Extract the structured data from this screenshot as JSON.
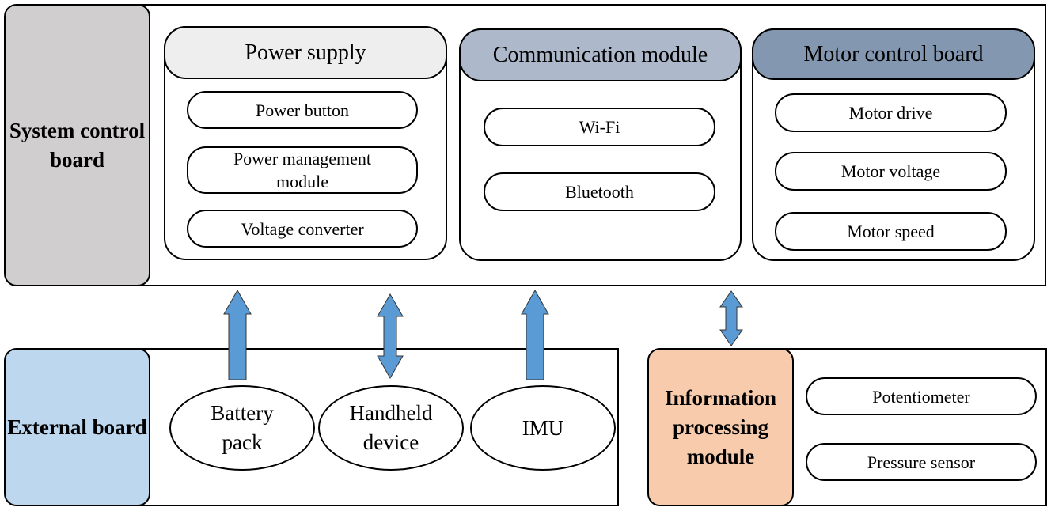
{
  "system_board": {
    "label": "System control board",
    "color": "#d0cece",
    "panels": [
      {
        "title": "Power supply",
        "head_color": "#eeeeee",
        "items": [
          "Power button",
          "Power management module",
          "Voltage converter"
        ]
      },
      {
        "title": "Communication module",
        "head_color": "#adb9ca",
        "items": [
          "Wi-Fi",
          "Bluetooth"
        ]
      },
      {
        "title": "Motor control board",
        "head_color": "#8497b0",
        "items": [
          "Motor drive",
          "Motor voltage",
          "Motor speed"
        ]
      }
    ]
  },
  "external_board": {
    "label": "External board",
    "color": "#bdd7ee",
    "devices": [
      "Battery pack",
      "Handheld device",
      "IMU"
    ]
  },
  "info_module": {
    "label": "Information processing module",
    "color": "#f8cbad",
    "items": [
      "Potentiometer",
      "Pressure sensor"
    ]
  },
  "arrow_color": "#5b9bd5"
}
